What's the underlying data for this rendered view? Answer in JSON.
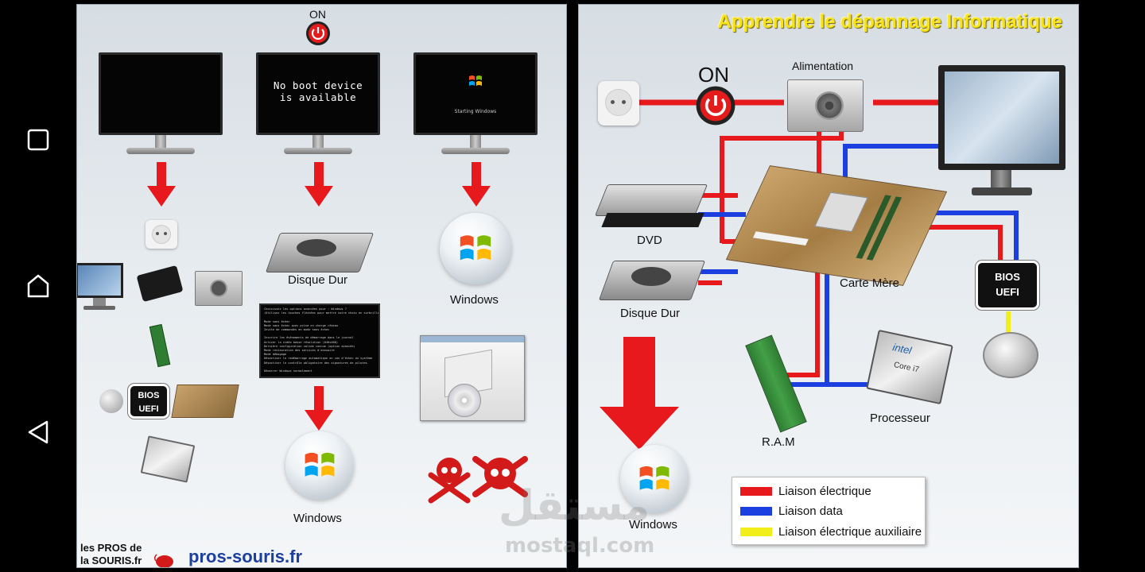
{
  "nav": {
    "recents_icon": "square-icon",
    "home_icon": "circle-icon",
    "back_icon": "triangle-back-icon"
  },
  "left": {
    "on_label": "ON",
    "screen2_text": "No boot device\nis available",
    "screen3_text": "Starting Windows",
    "hdd_label": "Disque Dur",
    "windows_label_mid": "Windows",
    "windows_label_right": "Windows",
    "bios_line1": "BIOS",
    "bios_line2": "UEFI",
    "boot_menu_lines": [
      "Choisissez les options avancées pour : Windows 7",
      "(Utilisez les touches fléchées pour mettre votre choix en surbrillance.)",
      "",
      "Mode sans échec",
      "Mode sans échec avec prise en charge réseau",
      "Invite de commandes en mode sans échec",
      "",
      "Inscrire les événements de démarrage dans le journal",
      "Activer la vidéo basse résolution (640x480)",
      "Dernière configuration valide connue (option avancée)",
      "Mode restauration des services d'annuaire",
      "Mode débogage",
      "Désactiver le redémarrage automatique en cas d'échec du système",
      "Désactiver le contrôle obligatoire des signatures de pilotes",
      "",
      "Démarrer Windows normalement"
    ],
    "brand_line1": "les PROS de",
    "brand_line2": "la SOURIS.fr",
    "site": "pros-souris.fr"
  },
  "right": {
    "title": "Apprendre le dépannage Informatique",
    "on_label": "ON",
    "psu_label": "Alimentation",
    "dvd_label": "DVD",
    "hdd_label": "Disque Dur",
    "mb_label": "Carte Mère",
    "ram_label": "R.A.M",
    "cpu_label": "Processeur",
    "windows_label": "Windows",
    "bios_line1": "BIOS",
    "bios_line2": "UEFI",
    "cpu_brand": "intel",
    "cpu_model": "Core i7",
    "legend": [
      {
        "text": "Liaison électrique",
        "color": "#e8191c"
      },
      {
        "text": "Liaison data",
        "color": "#1c3fe0"
      },
      {
        "text": "Liaison électrique auxiliaire",
        "color": "#f2ee1a"
      }
    ]
  },
  "watermark": {
    "arabic": "مستقل",
    "latin": "mostaql.com"
  },
  "colors": {
    "red": "#e8191c",
    "blue": "#1c3fe0",
    "yellow": "#f2ee1a",
    "title": "#f5e21b"
  }
}
